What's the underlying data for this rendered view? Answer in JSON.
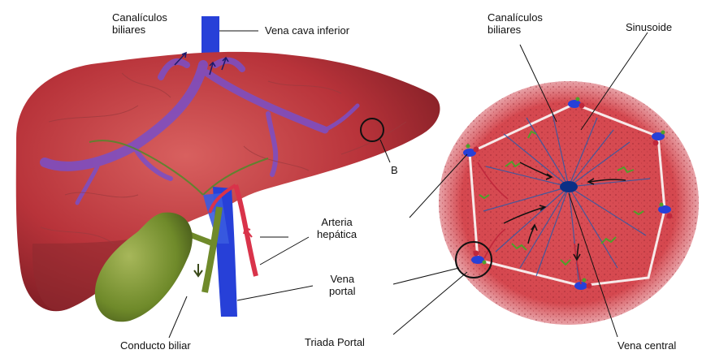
{
  "labels": {
    "canaliculos_left": [
      "Canalículos",
      "biliares"
    ],
    "vena_cava": "Vena cava inferior",
    "b_marker": "B",
    "arteria": [
      "Arteria",
      "hepática"
    ],
    "vena_portal": [
      "Vena",
      "portal"
    ],
    "conducto_biliar": "Conducto biliar",
    "triada_portal": "Triada Portal",
    "canaliculos_right": [
      "Canalículos",
      "biliares"
    ],
    "sinusoide": "Sinusoide",
    "vena_central": "Vena central"
  },
  "colors": {
    "liver": "#b8333a",
    "liver_dark": "#7e1d24",
    "liver_light": "#d86a6a",
    "vein_blue": "#2740d8",
    "vein_purple": "#7a4fc8",
    "artery_red": "#d9334a",
    "gallbladder": "#6f8a2a",
    "lobule": "#d5484f",
    "lobule_line": "#f3e6e6",
    "green_bile": "#4fa02a"
  }
}
